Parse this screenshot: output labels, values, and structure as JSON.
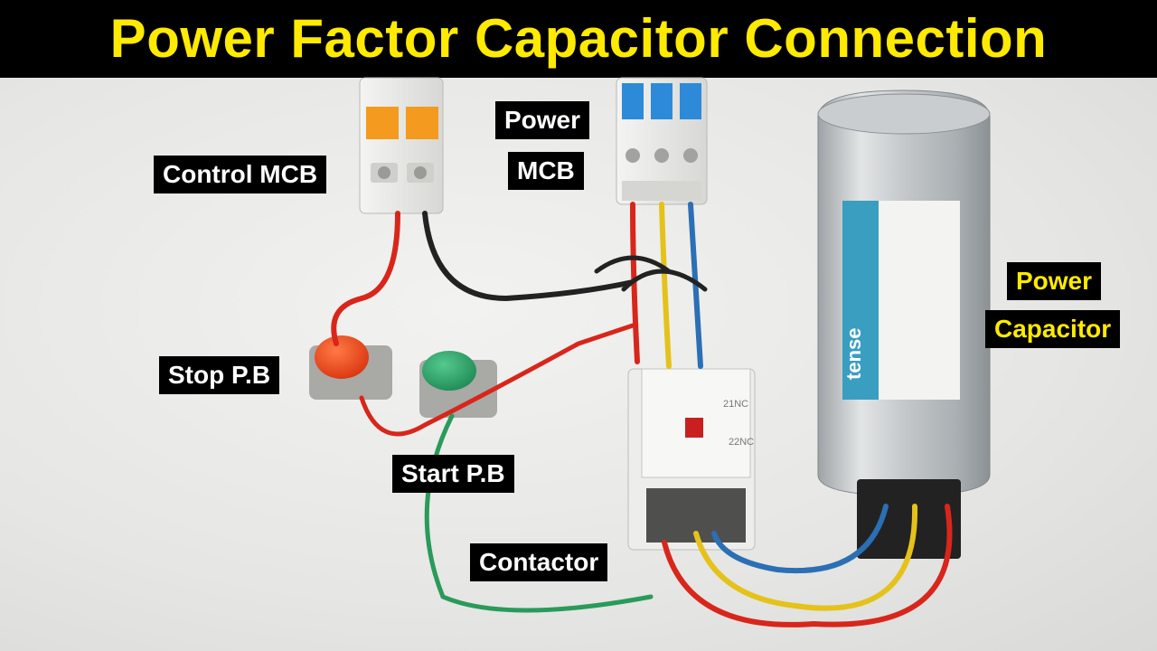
{
  "title": "Power Factor Capacitor Connection",
  "labels": {
    "control_mcb": "Control MCB",
    "power": "Power",
    "mcb": "MCB",
    "stop_pb": "Stop P.B",
    "start_pb": "Start P.B",
    "contactor": "Contactor",
    "power_cap_line1": "Power",
    "power_cap_line2": "Capacitor"
  },
  "device_markings": {
    "capacitor_brand": "tense",
    "contactor_nc1": "21NC",
    "contactor_nc2": "22NC"
  },
  "colors": {
    "title_text": "#ffea00",
    "banner_bg": "#000000",
    "wire_red": "#d8261b",
    "wire_black": "#222222",
    "wire_yellow": "#e5c21a",
    "wire_blue": "#2b6fb5",
    "wire_green": "#2a9a5a"
  }
}
